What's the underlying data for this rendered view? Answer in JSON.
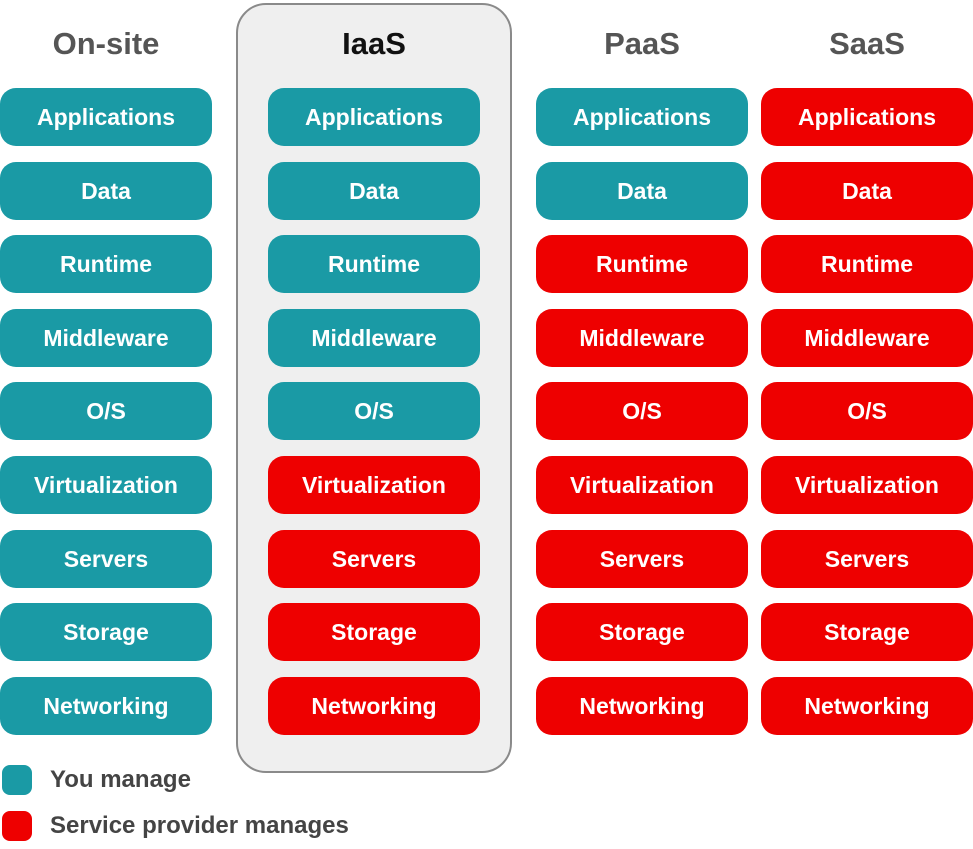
{
  "colors": {
    "you_manage": "#1a9aa5",
    "provider_manages": "#ee0000"
  },
  "columns": [
    {
      "title": "On-site",
      "layers": [
        {
          "label": "Applications",
          "managed_by": "you"
        },
        {
          "label": "Data",
          "managed_by": "you"
        },
        {
          "label": "Runtime",
          "managed_by": "you"
        },
        {
          "label": "Middleware",
          "managed_by": "you"
        },
        {
          "label": "O/S",
          "managed_by": "you"
        },
        {
          "label": "Virtualization",
          "managed_by": "you"
        },
        {
          "label": "Servers",
          "managed_by": "you"
        },
        {
          "label": "Storage",
          "managed_by": "you"
        },
        {
          "label": "Networking",
          "managed_by": "you"
        }
      ]
    },
    {
      "title": "IaaS",
      "highlighted": true,
      "layers": [
        {
          "label": "Applications",
          "managed_by": "you"
        },
        {
          "label": "Data",
          "managed_by": "you"
        },
        {
          "label": "Runtime",
          "managed_by": "you"
        },
        {
          "label": "Middleware",
          "managed_by": "you"
        },
        {
          "label": "O/S",
          "managed_by": "you"
        },
        {
          "label": "Virtualization",
          "managed_by": "provider"
        },
        {
          "label": "Servers",
          "managed_by": "provider"
        },
        {
          "label": "Storage",
          "managed_by": "provider"
        },
        {
          "label": "Networking",
          "managed_by": "provider"
        }
      ]
    },
    {
      "title": "PaaS",
      "layers": [
        {
          "label": "Applications",
          "managed_by": "you"
        },
        {
          "label": "Data",
          "managed_by": "you"
        },
        {
          "label": "Runtime",
          "managed_by": "provider"
        },
        {
          "label": "Middleware",
          "managed_by": "provider"
        },
        {
          "label": "O/S",
          "managed_by": "provider"
        },
        {
          "label": "Virtualization",
          "managed_by": "provider"
        },
        {
          "label": "Servers",
          "managed_by": "provider"
        },
        {
          "label": "Storage",
          "managed_by": "provider"
        },
        {
          "label": "Networking",
          "managed_by": "provider"
        }
      ]
    },
    {
      "title": "SaaS",
      "layers": [
        {
          "label": "Applications",
          "managed_by": "provider"
        },
        {
          "label": "Data",
          "managed_by": "provider"
        },
        {
          "label": "Runtime",
          "managed_by": "provider"
        },
        {
          "label": "Middleware",
          "managed_by": "provider"
        },
        {
          "label": "O/S",
          "managed_by": "provider"
        },
        {
          "label": "Virtualization",
          "managed_by": "provider"
        },
        {
          "label": "Servers",
          "managed_by": "provider"
        },
        {
          "label": "Storage",
          "managed_by": "provider"
        },
        {
          "label": "Networking",
          "managed_by": "provider"
        }
      ]
    }
  ],
  "legend": {
    "you_manage": "You manage",
    "provider_manages": "Service provider manages"
  }
}
